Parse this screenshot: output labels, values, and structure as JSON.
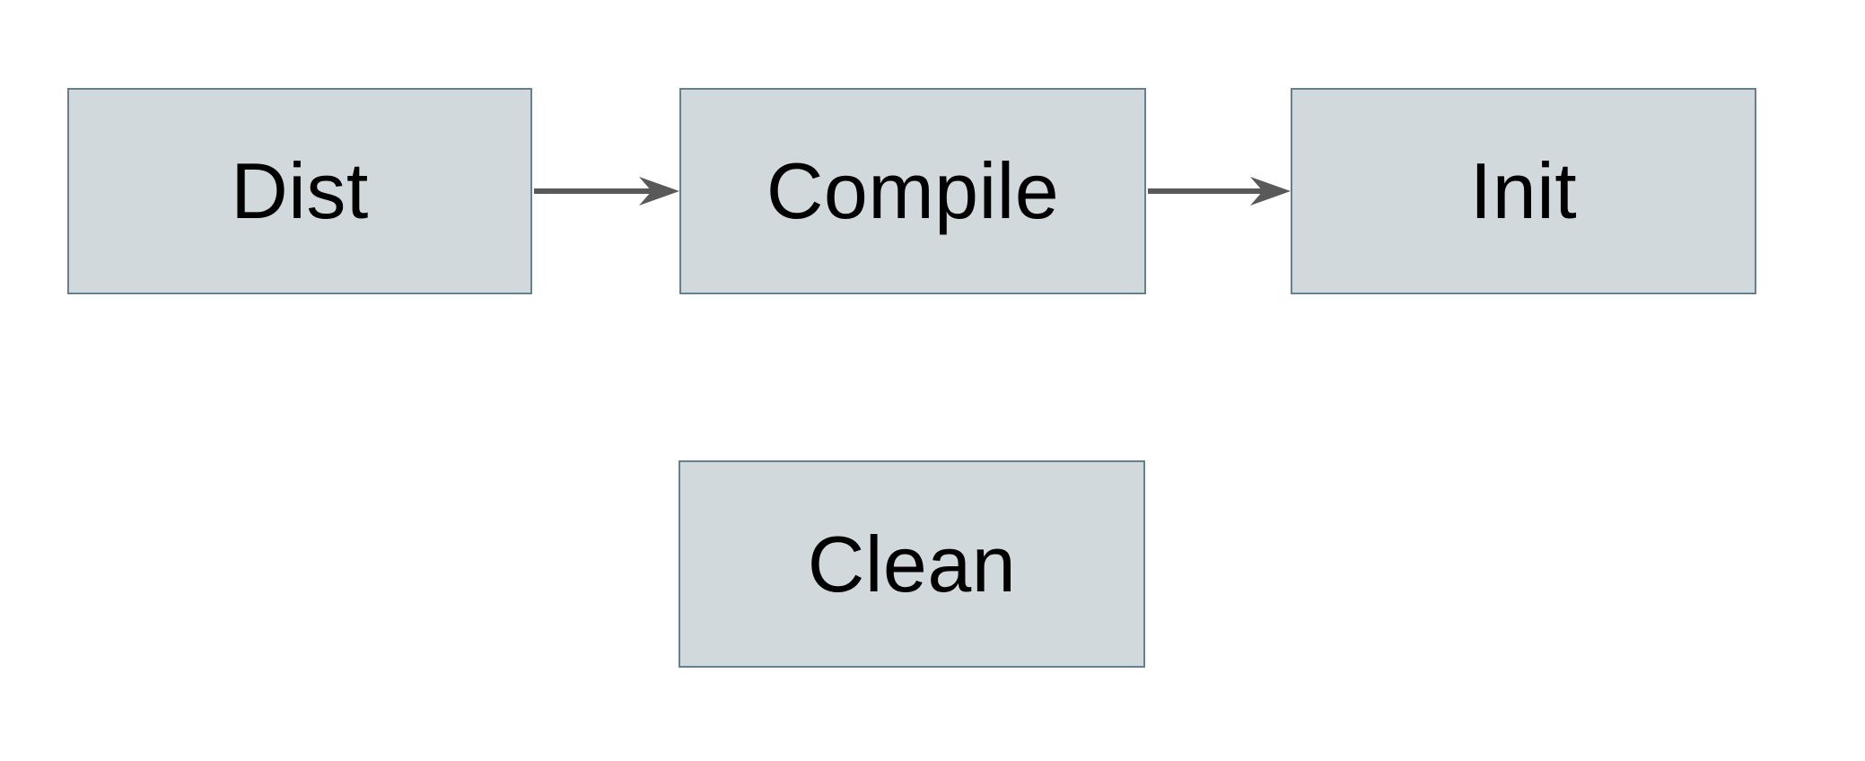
{
  "diagram": {
    "nodes": [
      {
        "id": "dist",
        "label": "Dist"
      },
      {
        "id": "compile",
        "label": "Compile"
      },
      {
        "id": "init",
        "label": "Init"
      },
      {
        "id": "clean",
        "label": "Clean"
      }
    ],
    "edges": [
      {
        "from": "Dist",
        "to": "Compile",
        "direction": "right"
      },
      {
        "from": "Compile",
        "to": "Init",
        "direction": "right"
      }
    ],
    "colors": {
      "background": "#ffffff",
      "node_fill": "#d2d9dc",
      "node_border": "#65808e",
      "arrow": "#595959",
      "text": "#000000"
    }
  }
}
